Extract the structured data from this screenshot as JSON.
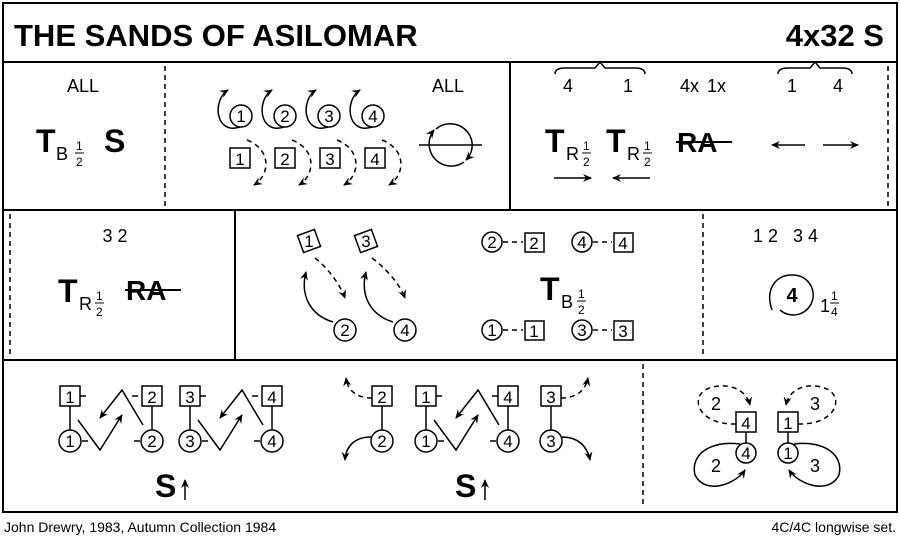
{
  "title": "THE SANDS OF ASILOMAR",
  "dance_code": "4x32 S",
  "footer": {
    "left": "John Drewry, 1983, Autumn Collection 1984",
    "right": "4C/4C longwise set."
  },
  "bar1": {
    "who": "ALL",
    "figure_T": "T",
    "figure_sub": "B",
    "frac_num": "1",
    "frac_den": "2",
    "figure_S": "S"
  },
  "bar2": {
    "who": "ALL",
    "men": [
      "1",
      "2",
      "3",
      "4"
    ],
    "women": [
      "1",
      "2",
      "3",
      "4"
    ]
  },
  "bar3": {
    "group_left": [
      "4",
      "1"
    ],
    "middle_label_a": "4x",
    "middle_label_b": "1x",
    "group_right": [
      "1",
      "4"
    ],
    "figure_T": "T",
    "figure_sub": "R",
    "frac_num": "1",
    "frac_den": "2",
    "figure_RA": "RA"
  },
  "bar4": {
    "who": "3 2",
    "figure_T": "T",
    "figure_sub": "R",
    "frac_num": "1",
    "frac_den": "2",
    "figure_RA": "RA"
  },
  "bar5": {
    "diamonds": [
      "1",
      "3"
    ],
    "circles": [
      "2",
      "4"
    ],
    "top_pairs": [
      [
        "2",
        "2"
      ],
      [
        "4",
        "4"
      ]
    ],
    "bottom_pairs": [
      [
        "1",
        "1"
      ],
      [
        "3",
        "3"
      ]
    ],
    "figure_T": "T",
    "figure_sub": "B",
    "frac_num": "1",
    "frac_den": "2"
  },
  "bar6": {
    "who": "1 2   3 4",
    "dancer": "4",
    "turns_whole": "1",
    "turns_num": "1",
    "turns_den": "4"
  },
  "bar7": {
    "squares": [
      "1",
      "2",
      "3",
      "4"
    ],
    "circles": [
      "1",
      "2",
      "3",
      "4"
    ],
    "figure_S": "S"
  },
  "bar8": {
    "squares": [
      "2",
      "1",
      "4",
      "3"
    ],
    "circles": [
      "2",
      "1",
      "4",
      "3"
    ],
    "figure_S": "S"
  },
  "bar9": {
    "squares": [
      "4",
      "1"
    ],
    "circles": [
      "4",
      "1"
    ],
    "labels": [
      "2",
      "3",
      "2",
      "3"
    ]
  }
}
